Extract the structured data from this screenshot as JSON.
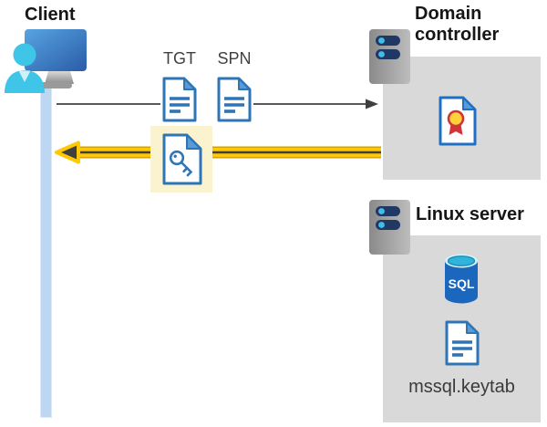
{
  "client": {
    "label": "Client"
  },
  "flow": {
    "tgt_label": "TGT",
    "spn_label": "SPN"
  },
  "domain_controller": {
    "label": "Domain controller"
  },
  "linux_server": {
    "label": "Linux server",
    "sql_badge": "SQL",
    "keytab_label": "mssql.keytab"
  },
  "colors": {
    "document_blue": "#2E75B6",
    "document_fold_blue": "#5B9BD5",
    "highlight_yellow_bg": "#FBF3CE",
    "arrow_yellow": "#FFC805",
    "arrow_yellow_edge": "#D7A000",
    "arrow_dark": "#404040",
    "request_arrow_gray": "#58595B",
    "node_box_gray": "#D9D9D9",
    "lifeline_blue": "#BDD7F2",
    "server_body_gray": "#9E9E9E",
    "server_bar_navy": "#1F3864",
    "server_led_cyan": "#41BEE8",
    "sql_body_blue": "#1B67BD",
    "sql_top_cyan": "#31B3DC",
    "certificate_gold": "#FFD23B",
    "certificate_red": "#D13438",
    "monitor_blue": "#3E7FC1",
    "person_cyan": "#3FC5E8"
  }
}
